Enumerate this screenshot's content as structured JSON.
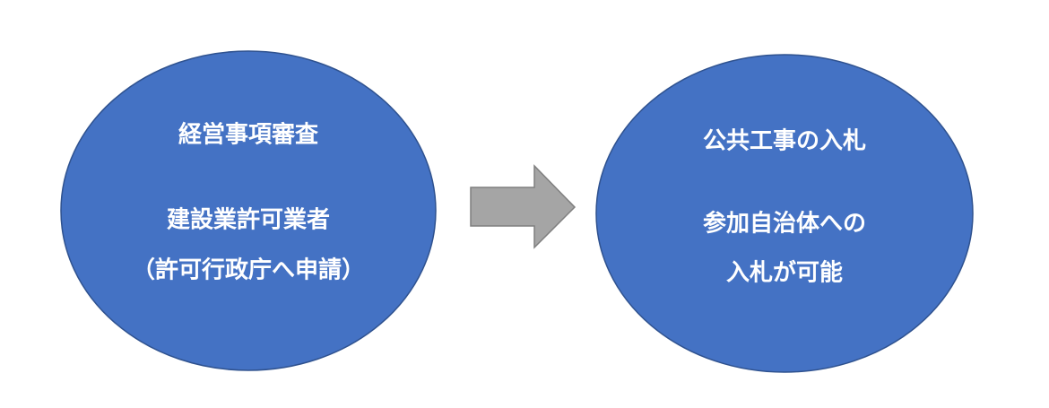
{
  "colors": {
    "circle_fill": "#4472c4",
    "circle_stroke": "#2f528f",
    "arrow_fill": "#a5a5a5",
    "arrow_stroke": "#7f7f7f",
    "text": "#ffffff"
  },
  "left_circle": {
    "lines": [
      "経営事項審査",
      "建設業許可業者",
      "（許可行政庁へ申請）"
    ]
  },
  "right_circle": {
    "lines": [
      "公共工事の入札",
      "参加自治体への",
      "入札が可能"
    ]
  }
}
